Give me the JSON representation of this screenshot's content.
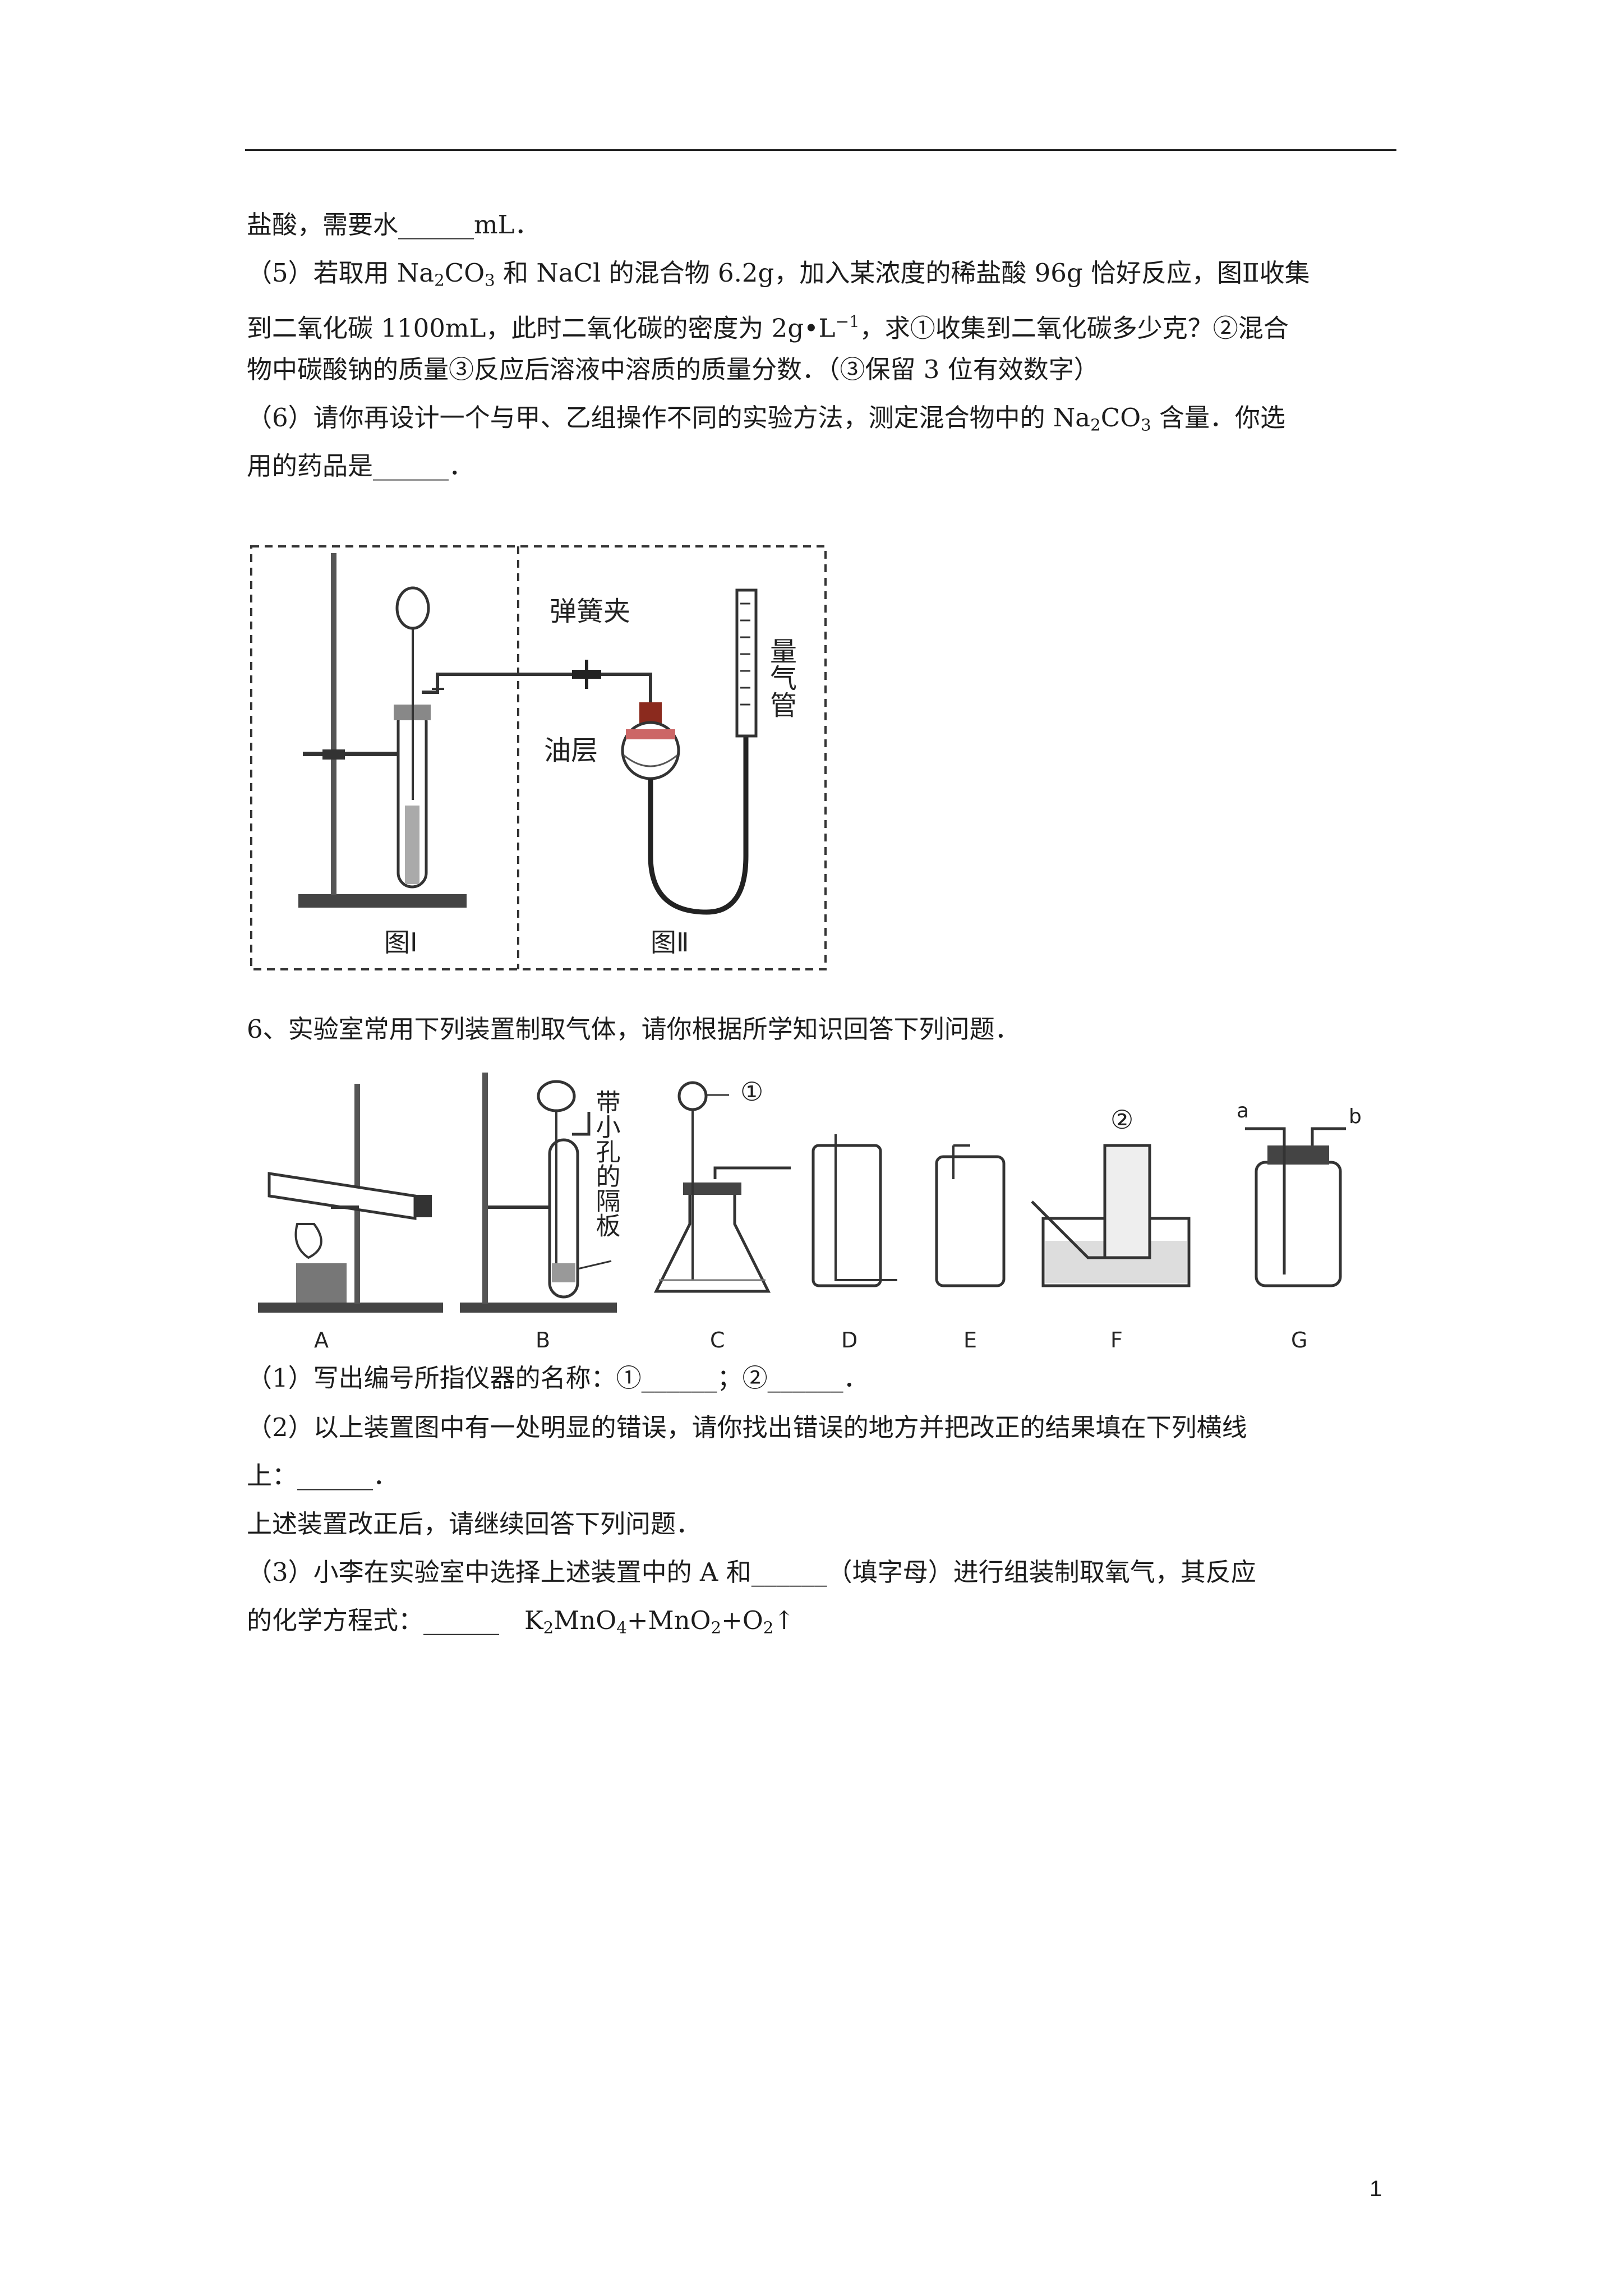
{
  "top_rule": true,
  "lines": {
    "l1": "盐酸，需要水______mL．",
    "q5_a": "（5）若取用 Na",
    "q5_sub1": "2",
    "q5_b": "CO",
    "q5_sub2": "3",
    "q5_c": " 和 NaCl 的混合物 6.2g，加入某浓度的稀盐酸 96g 恰好反应，图Ⅱ收集",
    "q5_line2a": "到二氧化碳 1100mL，此时二氧化碳的密度为 2g•L",
    "q5_sup": "−1",
    "q5_line2b": "，求①收集到二氧化碳多少克？②混合",
    "q5_line3": "物中碳酸钠的质量③反应后溶液中溶质的质量分数．（③保留 3 位有效数字）",
    "q6_a": "（6）请你再设计一个与甲、乙组操作不同的实验方法，测定混合物中的 Na",
    "q6_sub1": "2",
    "q6_b": "CO",
    "q6_sub2": "3",
    "q6_c": " 含量．你选",
    "q6_line2": "用的药品是______．",
    "p6_title": "6、实验室常用下列装置制取气体，请你根据所学知识回答下列问题．",
    "p6_q1": "（1）写出编号所指仪器的名称：①______；②______．",
    "p6_q2a": "（2）以上装置图中有一处明显的错误，请你找出错误的地方并把改正的结果填在下列横线",
    "p6_q2b": "上：______．",
    "p6_after": "上述装置改正后，请继续回答下列问题．",
    "p6_q3a": "（3）小李在实验室中选择上述装置中的 A 和______（填字母）进行组装制取氧气，其反应",
    "p6_q3b_a": "的化学方程式：______　K",
    "p6_q3b_sub1": "2",
    "p6_q3b_b": "MnO",
    "p6_q3b_sub2": "4",
    "p6_q3b_c": "+MnO",
    "p6_q3b_sub3": "2",
    "p6_q3b_d": "+O",
    "p6_q3b_sub4": "2",
    "p6_q3b_e": "↑"
  },
  "figure1": {
    "label_spring_clip": "弹簧夹",
    "label_oil_layer": "油层",
    "label_gas_burette": "量气管",
    "caption_left": "图Ⅰ",
    "caption_right": "图Ⅱ"
  },
  "figure2": {
    "label_partition": "带小孔的隔板",
    "label_1": "①",
    "label_2": "②",
    "label_a": "a",
    "label_b": "b",
    "captions": [
      "A",
      "B",
      "C",
      "D",
      "E",
      "F",
      "G"
    ]
  },
  "page_number": "1"
}
